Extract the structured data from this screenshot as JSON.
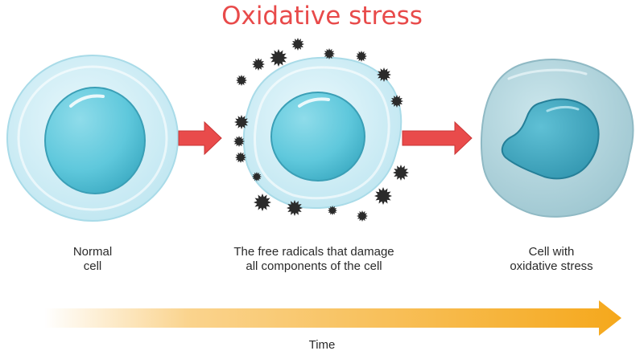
{
  "title": "Oxidative stress",
  "stages": [
    {
      "label_lines": [
        "Normal",
        "cell"
      ]
    },
    {
      "label_lines": [
        "The free radicals that damage",
        "all components of the cell"
      ]
    },
    {
      "label_lines": [
        "Cell with",
        "oxidative stress"
      ]
    }
  ],
  "timeline": {
    "label": "Time"
  },
  "colors": {
    "title": "#e84a4a",
    "arrow": "#e94b4b",
    "timeline": "#f5a81c",
    "membrane": "#d9f1f8",
    "membrane_stressed": "#b5d6de",
    "nucleus": "#5fc8dc",
    "nucleus_stressed": "#39a9c2",
    "radical": "#2b2b2b"
  }
}
